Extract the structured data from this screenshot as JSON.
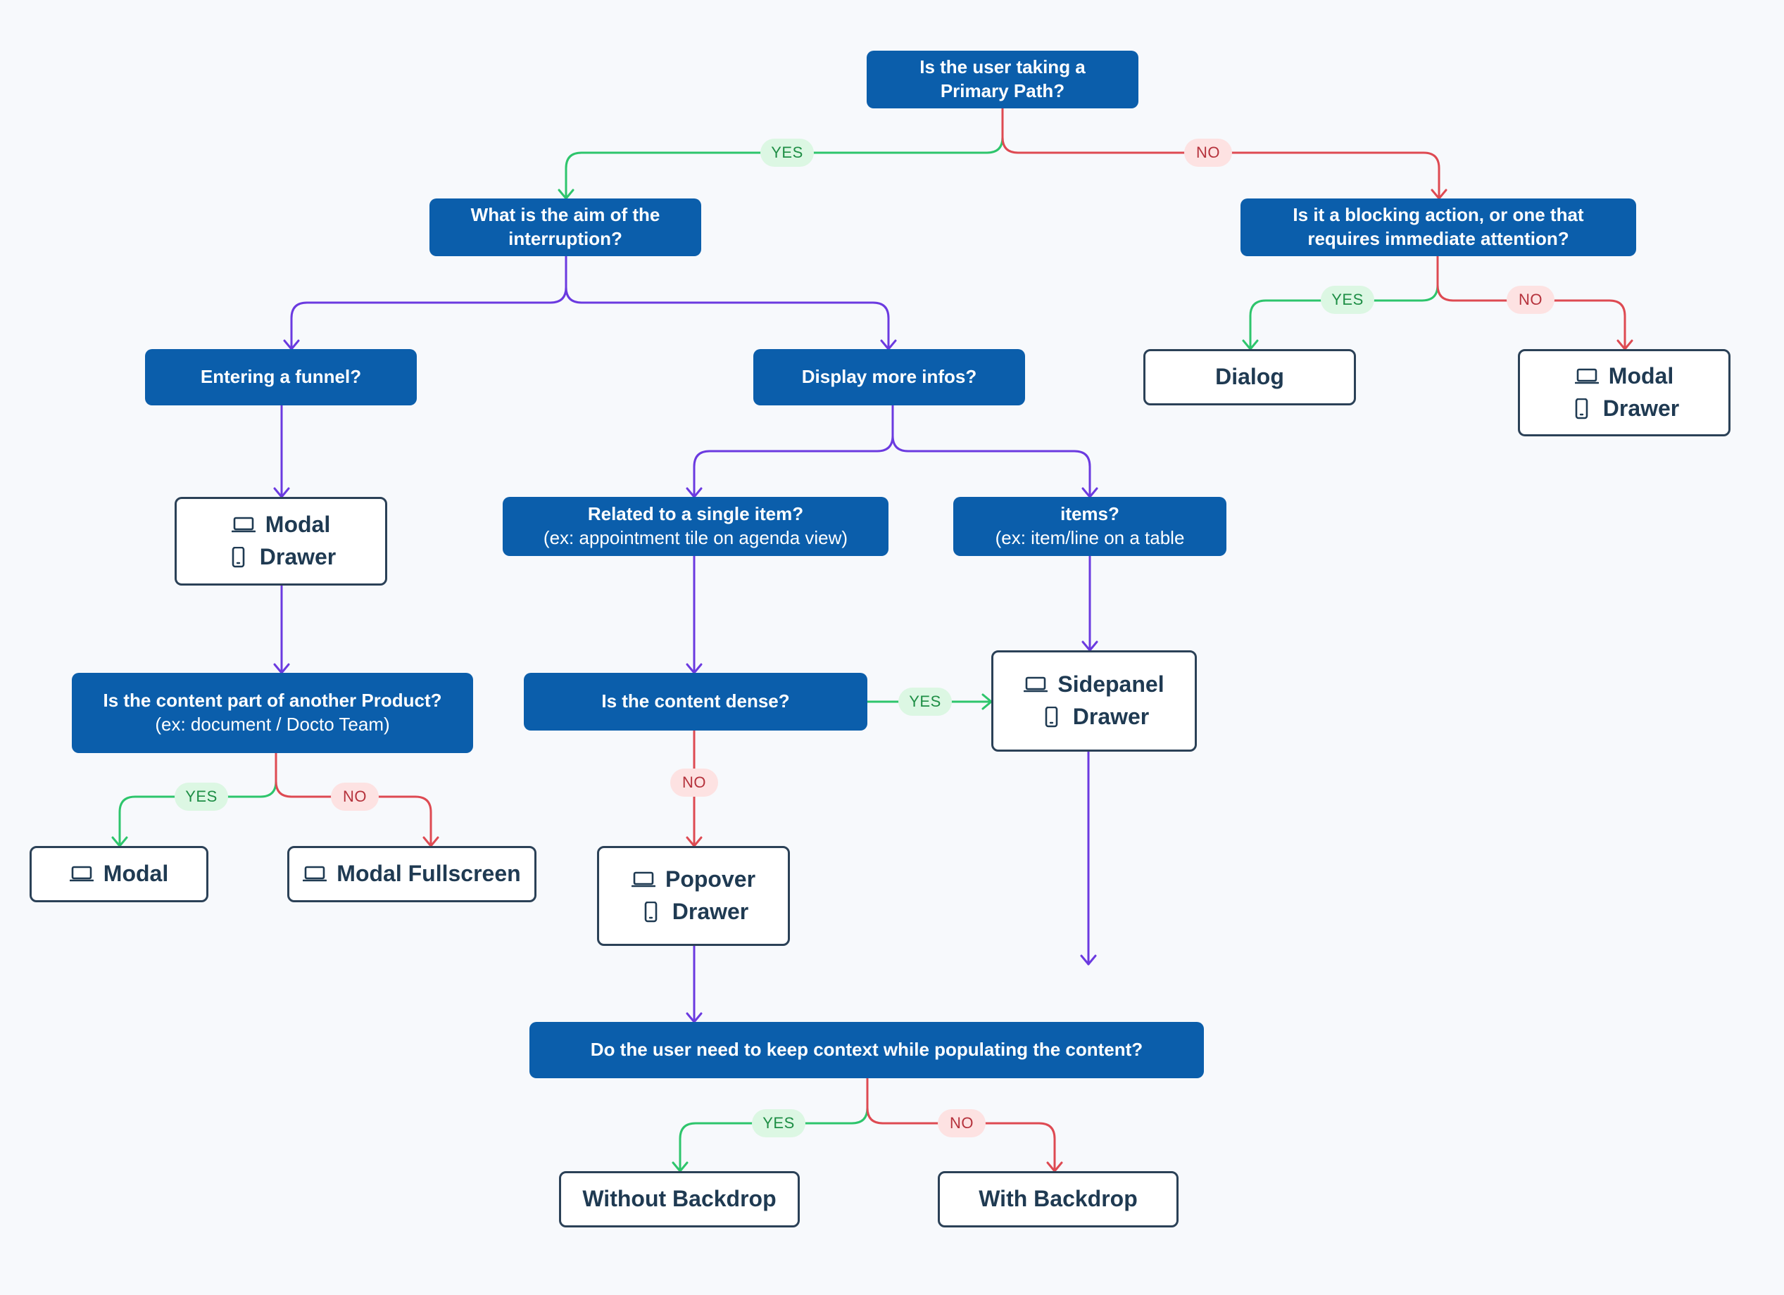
{
  "nodes": {
    "primary_path": [
      "Is the user taking a",
      "Primary Path?"
    ],
    "aim": [
      "What is the aim of the",
      "interruption?"
    ],
    "blocking": [
      "Is it a blocking action, or one that",
      "requires immediate attention?"
    ],
    "entering_funnel": "Entering a funnel?",
    "display_more_infos": "Display more infos?",
    "related_single_item": {
      "title": "Related to a single item?",
      "sub": "(ex: appointment tile on agenda view)"
    },
    "items": {
      "title": "items?",
      "sub": "(ex: item/line on a table"
    },
    "content_other_product": {
      "title": "Is the content part of another Product?",
      "sub": "(ex: document / Docto Team)"
    },
    "content_dense": "Is the content dense?",
    "keep_context": "Do the user need to keep context while populating the content?"
  },
  "results": {
    "dialog": "Dialog",
    "blocking_no": {
      "desktop": "Modal",
      "mobile": "Drawer"
    },
    "funnel": {
      "desktop": "Modal",
      "mobile": "Drawer"
    },
    "modal": {
      "desktop": "Modal"
    },
    "modal_fullscreen": {
      "desktop": "Modal Fullscreen"
    },
    "popover": {
      "desktop": "Popover",
      "mobile": "Drawer"
    },
    "sidepanel": {
      "desktop": "Sidepanel",
      "mobile": "Drawer"
    },
    "without_backdrop": "Without Backdrop",
    "with_backdrop": "With Backdrop"
  },
  "labels": {
    "yes": "YES",
    "no": "NO"
  },
  "icons": {
    "desktop": "laptop-icon",
    "mobile": "phone-icon"
  },
  "colors": {
    "background": "#f7f9fc",
    "question": "#0b5eab",
    "result_border": "#2b4157",
    "result_text": "#1f3a52",
    "branch": "#6b3ae0",
    "yes": "#2ec56c",
    "no": "#de4a52"
  }
}
